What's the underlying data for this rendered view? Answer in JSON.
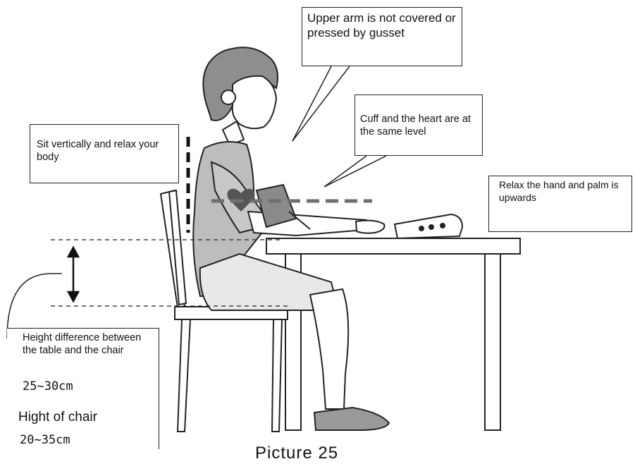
{
  "callouts": {
    "upper_arm": "Upper arm is not covered or pressed by gusset",
    "cuff_heart": "Cuff and the heart are at the same level",
    "sit": "Sit vertically and relax your body",
    "relax_hand": "Relax the hand and palm is upwards",
    "height_diff": "Height difference between the table and the chair",
    "height_diff_value": "25~30cm",
    "chair_height": "Hight of chair",
    "chair_height_value": "20~35cm"
  },
  "caption": "Picture 25",
  "colors": {
    "line": "#222222",
    "dash": "#6f6f6f",
    "heart": "#555555",
    "cuff": "#8a8a8a"
  }
}
